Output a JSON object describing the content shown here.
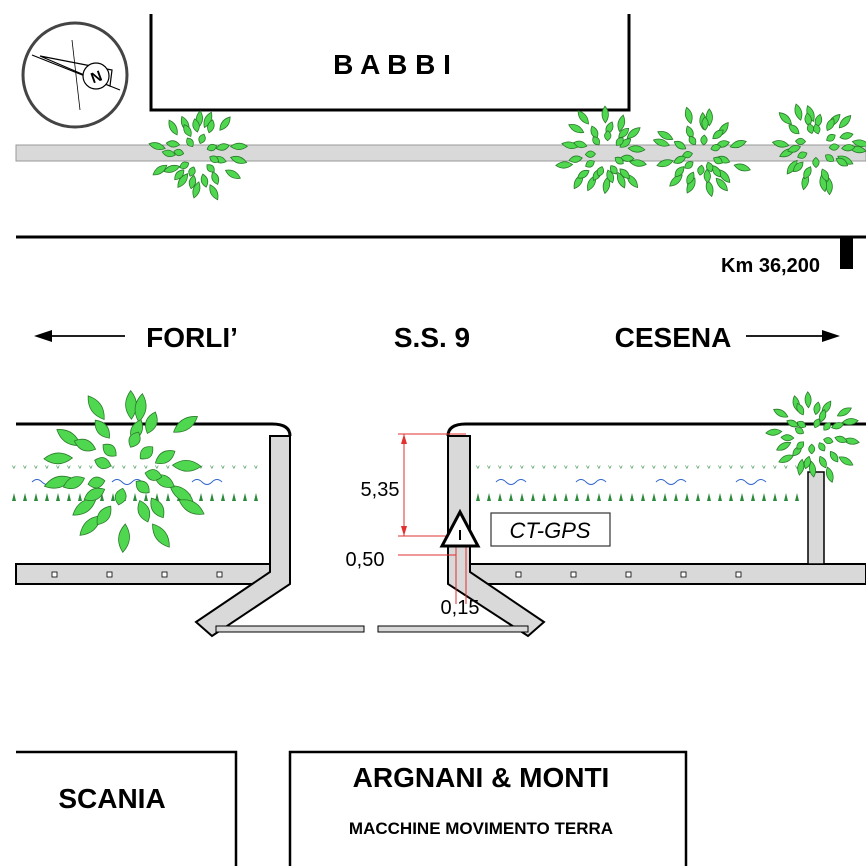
{
  "compass": {
    "label": "N",
    "icon": "north-arrow-icon"
  },
  "buildings": {
    "top": "B A B B I",
    "bottom_left": "SCANIA",
    "bottom_right_title": "ARGNANI  &  MONTI",
    "bottom_right_subtitle": "MACCHINE MOVIMENTO TERRA"
  },
  "road": {
    "km_marker": "Km 36,200",
    "name": "S.S. 9",
    "direction_left": "FORLI’",
    "direction_right": "CESENA"
  },
  "sign": {
    "label": "CT-GPS",
    "icon": "warning-triangle-icon"
  },
  "dimensions": {
    "height": "5,35",
    "offset": "0,50",
    "base": "0,15"
  },
  "colors": {
    "road": "#d9d9d9",
    "tree_fill": "#4fd84f",
    "tree_stroke": "#2a7a2a",
    "dimension_line": "#e03030",
    "water": "#3366cc",
    "grass": "#2a8a3a"
  }
}
